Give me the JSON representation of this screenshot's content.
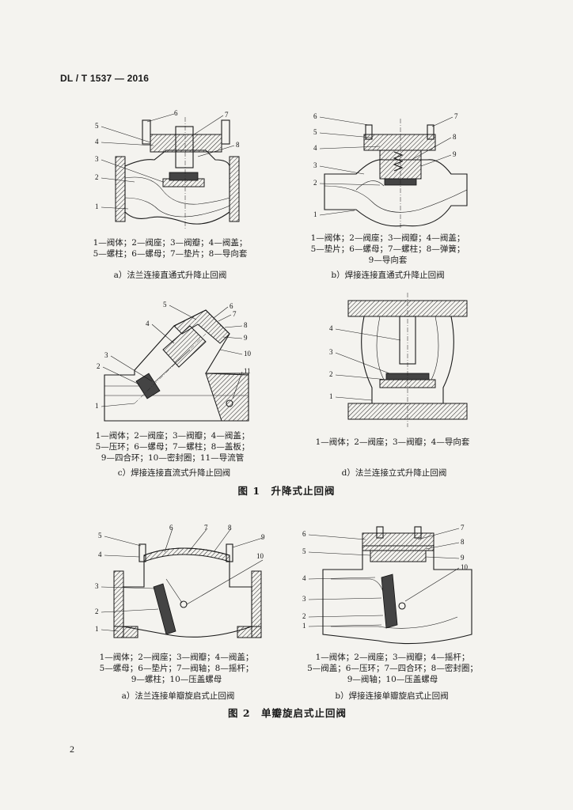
{
  "header": {
    "standard_no": "DL / T 1537 — 2016"
  },
  "figure1": {
    "title": "图 1　升降式止回阀",
    "a": {
      "caption": "a）法兰连接直通式升降止回阀",
      "legend": [
        "1—阀体；2—阀座；3—阀瓣；4—阀盖；",
        "5—螺柱；6—螺母；7—垫片；8—导向套"
      ],
      "labels": [
        "1",
        "2",
        "3",
        "4",
        "5",
        "6",
        "7",
        "8"
      ]
    },
    "b": {
      "caption": "b）焊接连接直通式升降止回阀",
      "legend": [
        "1—阀体；2—阀座；3—阀瓣；4—阀盖；",
        "5—垫片；6—螺母；7—螺柱；8—弹簧；",
        "9—导向套"
      ],
      "labels": [
        "1",
        "2",
        "3",
        "4",
        "5",
        "6",
        "7",
        "8",
        "9"
      ]
    },
    "c": {
      "caption": "c）焊接连接直流式升降止回阀",
      "legend": [
        "1—阀体；2—阀座；3—阀瓣；4—阀盖；",
        "5—压环；6—螺母；7—螺柱；8—盖板；",
        "9—四合环；10—密封圈；11—导流管"
      ],
      "labels": [
        "1",
        "2",
        "3",
        "4",
        "5",
        "6",
        "7",
        "8",
        "9",
        "10",
        "11"
      ]
    },
    "d": {
      "caption": "d）法兰连接立式升降止回阀",
      "legend": [
        "1—阀体；2—阀座；3—阀瓣；4—导向套"
      ],
      "labels": [
        "1",
        "2",
        "3",
        "4"
      ]
    }
  },
  "figure2": {
    "title": "图 2　单瓣旋启式止回阀",
    "a": {
      "caption": "a）法兰连接单瓣旋启式止回阀",
      "legend": [
        "1—阀体；2—阀座；3—阀瓣；4—阀盖；",
        "5—螺母；6—垫片；7—阀轴；8—摇杆；",
        "9—螺柱；10—压盖螺母"
      ],
      "labels": [
        "1",
        "2",
        "3",
        "4",
        "5",
        "6",
        "7",
        "8",
        "9",
        "10"
      ]
    },
    "b": {
      "caption": "b）焊接连接单瓣旋启式止回阀",
      "legend": [
        "1—阀体；2—阀座；3—阀瓣；4—摇杆；",
        "5—阀盖；6—压环；7—四合环；8—密封圈；",
        "9—阀轴；10—压盖螺母"
      ],
      "labels": [
        "1",
        "2",
        "3",
        "4",
        "5",
        "6",
        "7",
        "8",
        "9",
        "10"
      ]
    }
  },
  "page_number": "2"
}
